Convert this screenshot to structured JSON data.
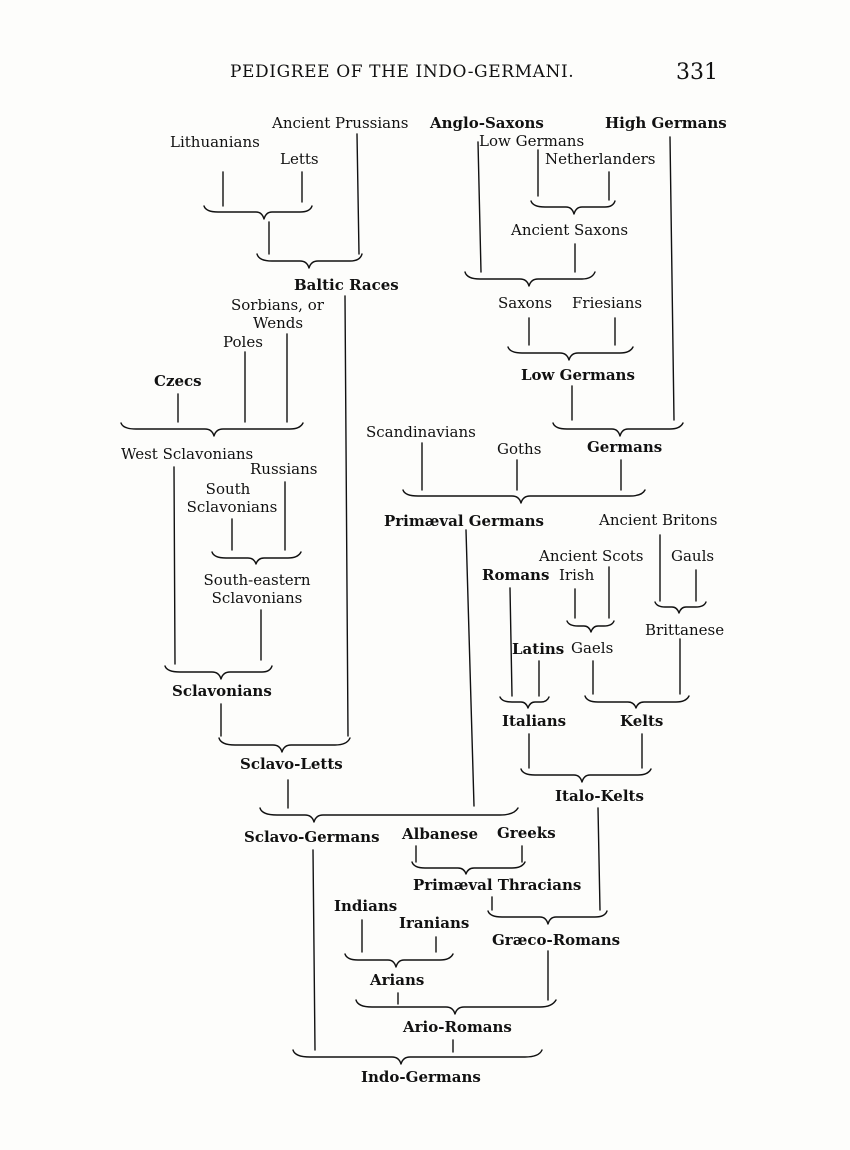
{
  "header": {
    "title": "PEDIGREE OF THE INDO-GERMANI.",
    "page_number": "331"
  },
  "nodes": {
    "ancient_prussians": "Ancient Prussians",
    "lithuanians": "Lithuanians",
    "letts": "Letts",
    "anglo_saxons": "Anglo-Saxons",
    "high_germans": "High Germans",
    "low_germans_top": "Low Germans",
    "netherlanders": "Netherlanders",
    "ancient_saxons": "Ancient Saxons",
    "baltic_races": "Baltic Races",
    "sorbians": [
      "Sorbians, or",
      "Wends"
    ],
    "poles": "Poles",
    "czecs": "Czecs",
    "saxons": "Saxons",
    "friesians": "Friesians",
    "low_germans": "Low Germans",
    "scandinavians": "Scandinavians",
    "goths": "Goths",
    "germans": "Germans",
    "west_sclavonians": "West Sclavonians",
    "russians": "Russians",
    "south_sclavonians": [
      "South",
      "Sclavonians"
    ],
    "primaeval_germans": "Primæval Germans",
    "ancient_britons": "Ancient Britons",
    "ancient_scots": "Ancient Scots",
    "gauls": "Gauls",
    "romans": "Romans",
    "irish": "Irish",
    "south_eastern_sclavonians": [
      "South-eastern",
      "Sclavonians"
    ],
    "brittanese": "Brittanese",
    "latins": "Latins",
    "gaels": "Gaels",
    "sclavonians": "Sclavonians",
    "italians": "Italians",
    "kelts": "Kelts",
    "sclavo_letts": "Sclavo-Letts",
    "italo_kelts": "Italo-Kelts",
    "sclavo_germans": "Sclavo-Germans",
    "albanese": "Albanese",
    "greeks": "Greeks",
    "primaeval_thracians": "Primæval Thracians",
    "indians": "Indians",
    "iranians": "Iranians",
    "graeco_romans": "Græco-Romans",
    "arians": "Arians",
    "ario_romans": "Ario-Romans",
    "indo_germans": "Indo-Germans"
  }
}
